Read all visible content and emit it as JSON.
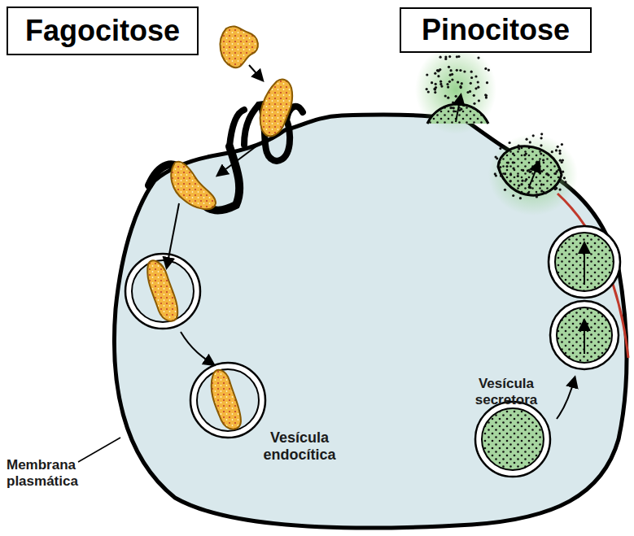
{
  "diagram": {
    "nodes": [
      {
        "text": [
          "Fagocitose"
        ]
      },
      {
        "text": [
          "Pinocitose"
        ]
      }
    ],
    "labels": [
      "Vesícula secretora",
      "Vesícula endocítica",
      "Membrana plasmática"
    ]
  }
}
